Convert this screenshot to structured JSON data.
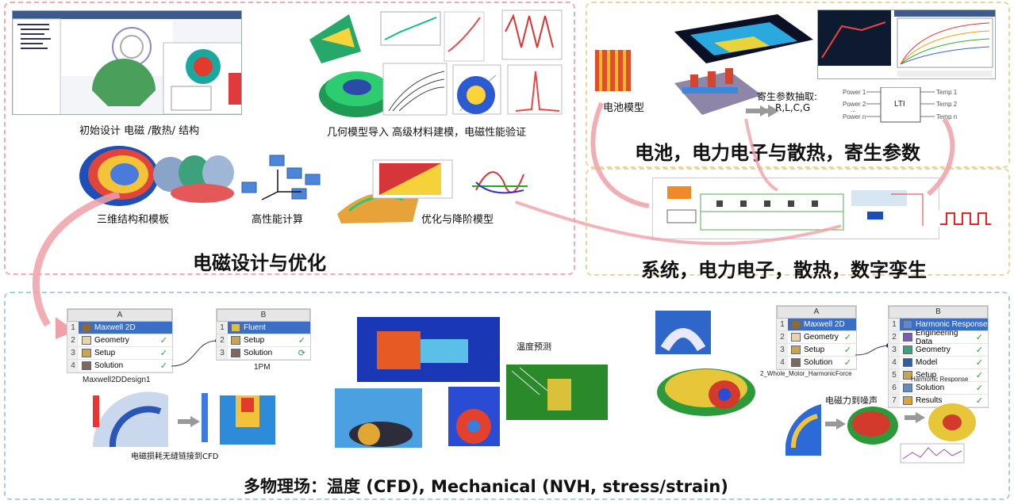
{
  "colors": {
    "em_border": "#f2a9b3",
    "battery_border": "#e8d79a",
    "system_border": "#e8d79a",
    "multi_border": "#a9cde6",
    "arrow": "#f0a0a8"
  },
  "em_section": {
    "caption_initial": "初始设计 电磁 /散热/ 结构",
    "caption_geometry": "几何模型导入 高级材料建模，电磁性能验证",
    "caption_3d": "三维结构和模板",
    "caption_hpc": "高性能计算",
    "caption_opt": "优化与降阶模型",
    "title": "电磁设计与优化"
  },
  "battery_section": {
    "caption_battery": "电池模型",
    "parasitic_line1": "寄生参数抽取:",
    "parasitic_line2": "R,L,C,G",
    "lti": {
      "box": "LTI",
      "inputs": [
        "Power 1",
        "Power 2",
        "Power n"
      ],
      "outputs": [
        "Temp 1",
        "Temp 2",
        "Temp n"
      ],
      "dots": "..."
    },
    "title": "电池，电力电子与散热，寄生参数"
  },
  "system_section": {
    "title": "系统，电力电子，散热，数字孪生"
  },
  "multi_section": {
    "maxwell_table": {
      "col": "A",
      "rows": [
        {
          "n": "1",
          "label": "Maxwell 2D",
          "check": ""
        },
        {
          "n": "2",
          "label": "Geometry",
          "check": "✓"
        },
        {
          "n": "3",
          "label": "Setup",
          "check": "✓"
        },
        {
          "n": "4",
          "label": "Solution",
          "check": "✓"
        }
      ],
      "caption": "Maxwell2DDesign1"
    },
    "fluent_table": {
      "col": "B",
      "rows": [
        {
          "n": "1",
          "label": "Fluent",
          "check": ""
        },
        {
          "n": "2",
          "label": "Setup",
          "check": "✓"
        },
        {
          "n": "3",
          "label": "Solution",
          "check": "⟳"
        }
      ],
      "caption": "1PM"
    },
    "caption_loss": "电磁损耗无缝链接到CFD",
    "caption_temp": "温度预测",
    "harmonic_a": {
      "col": "A",
      "rows": [
        {
          "n": "1",
          "label": "Maxwell 2D",
          "check": ""
        },
        {
          "n": "2",
          "label": "Geometry",
          "check": "✓"
        },
        {
          "n": "3",
          "label": "Setup",
          "check": "✓"
        },
        {
          "n": "4",
          "label": "Solution",
          "check": "✓"
        }
      ],
      "caption": "2_Whole_Motor_HarmonicForce"
    },
    "harmonic_b": {
      "col": "B",
      "rows": [
        {
          "n": "1",
          "label": "Harmonic Response",
          "check": ""
        },
        {
          "n": "2",
          "label": "Engineering Data",
          "check": "✓"
        },
        {
          "n": "3",
          "label": "Geometry",
          "check": "✓"
        },
        {
          "n": "4",
          "label": "Model",
          "check": "✓"
        },
        {
          "n": "5",
          "label": "Setup",
          "check": "✓"
        },
        {
          "n": "6",
          "label": "Solution",
          "check": "✓"
        },
        {
          "n": "7",
          "label": "Results",
          "check": "✓"
        }
      ],
      "caption": "Harmonic Response"
    },
    "caption_noise": "电磁力到噪声",
    "title": "多物理场：温度 (CFD), Mechanical (NVH, stress/strain)"
  }
}
